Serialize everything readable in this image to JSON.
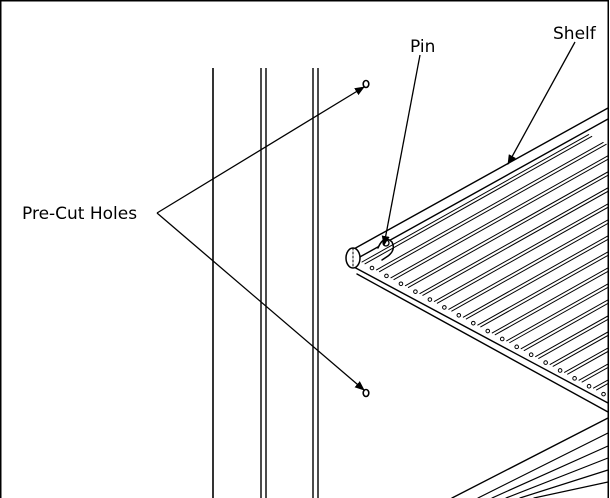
{
  "labels": {
    "pin": "Pin",
    "shelf": "Shelf",
    "precut_holes": "Pre-Cut Holes"
  },
  "style": {
    "line_color": "#000000",
    "background": "#ffffff"
  }
}
